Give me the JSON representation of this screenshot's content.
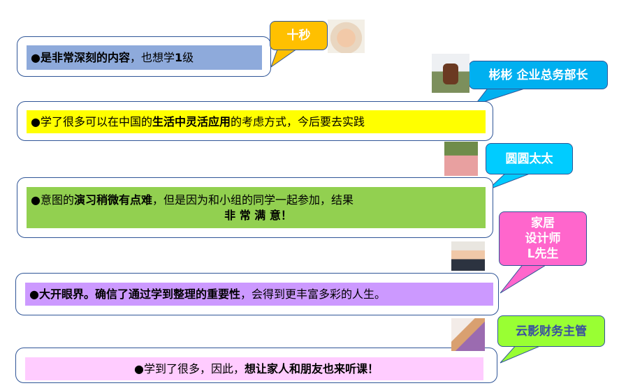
{
  "testimonials": [
    {
      "segments": [
        {
          "t": "●",
          "b": false
        },
        {
          "t": "是非常深刻的内容",
          "b": true
        },
        {
          "t": "，也想学",
          "b": false
        },
        {
          "t": "1",
          "b": true
        },
        {
          "t": "级",
          "b": false
        }
      ],
      "author": "十秒",
      "fill": "#8eaadb",
      "callout_color": "#ffc000",
      "photo": "woman-heart-hands-photo"
    },
    {
      "segments": [
        {
          "t": "●学了很多可以在中国的",
          "b": false
        },
        {
          "t": "生活中灵活应用",
          "b": true
        },
        {
          "t": "的考虑方式，今后要去实践",
          "b": false
        }
      ],
      "author": "彬彬 企业总务部长",
      "fill": "#ffff00",
      "callout_color": "#00b0f0",
      "photo": "horse-rider-photo"
    },
    {
      "segments": [
        {
          "t": "●意图的",
          "b": false
        },
        {
          "t": "演习稍微有点难",
          "b": true
        },
        {
          "t": "，但是因为和小组的同学一起参加，结果",
          "b": false
        }
      ],
      "line2": "非 常 满 意！",
      "author": "圆圆太太",
      "fill": "#92d050",
      "callout_color": "#00ccff",
      "photo": "mother-child-photo"
    },
    {
      "segments": [
        {
          "t": "●",
          "b": false
        },
        {
          "t": "大开眼界。确信了通过学到整理的重要性",
          "b": true
        },
        {
          "t": "，会得到更丰富多彩的人生。",
          "b": false
        }
      ],
      "author_lines": [
        "家居",
        "设计师",
        "L先生"
      ],
      "fill": "#cc99ff",
      "callout_color": "#ff66cc",
      "photo": "man-portrait-photo"
    },
    {
      "segments": [
        {
          "t": "●学到了很多，因此，",
          "b": false
        },
        {
          "t": "想让家人和朋友也来听课！",
          "b": true
        }
      ],
      "author": "云影财务主管",
      "fill": "#ffccff",
      "callout_color": "#99ff33",
      "callout_text_color": "#3a4fa0",
      "photo": "illustrated-woman-photo"
    }
  ]
}
